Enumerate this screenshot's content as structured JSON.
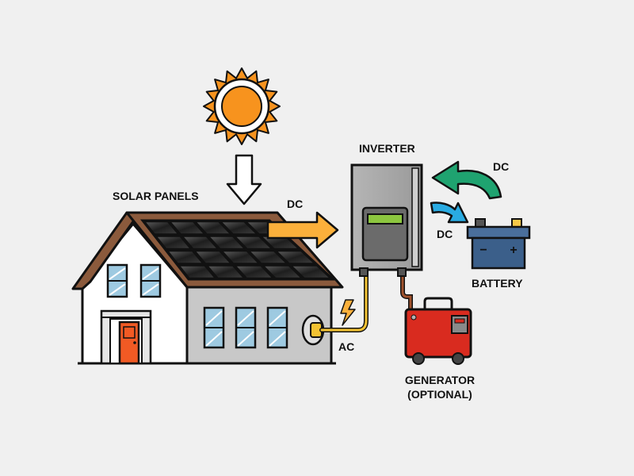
{
  "labels": {
    "solar_panels": "SOLAR PANELS",
    "inverter": "INVERTER",
    "battery": "BATTERY",
    "generator_line1": "GENERATOR",
    "generator_line2": "(OPTIONAL)",
    "dc_panels_to_inverter": "DC",
    "dc_battery_to_inverter": "DC",
    "dc_inverter_to_battery": "DC",
    "ac": "AC",
    "battery_minus": "−",
    "battery_plus": "+"
  },
  "colors": {
    "background": "#f0f0f0",
    "sun": "#f7931e",
    "roof": "#8b5a3c",
    "panel": "#2e2e2e",
    "house_wall": "#ffffff",
    "garage_wall": "#c8c8c8",
    "door": "#f15a24",
    "window": "#9ecae1",
    "inverter_body": "#a9a9a9",
    "inverter_display": "#8cc63f",
    "dc_arrow_panels": "#fbb03b",
    "dc_arrow_from_battery": "#1fa370",
    "dc_arrow_to_battery": "#29abe2",
    "battery_body": "#3b5f8a",
    "battery_terminal_plus": "#f7c948",
    "generator_body": "#d92b1f",
    "ac_cable": "#f2c232",
    "lightning": "#fbb03b"
  },
  "icons": [
    "sun-icon",
    "down-arrow-icon",
    "house-icon",
    "solar-panel-icon",
    "inverter-icon",
    "battery-icon",
    "generator-icon",
    "lightning-icon",
    "power-outlet-icon"
  ]
}
